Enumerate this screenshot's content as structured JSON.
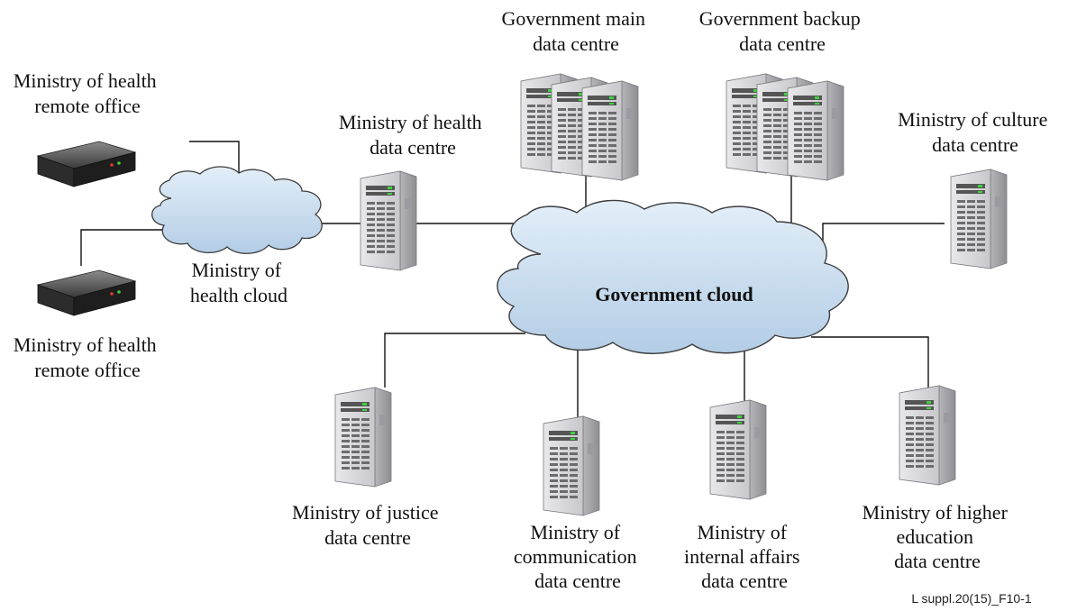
{
  "diagram": {
    "government_cloud": "Government cloud",
    "health_cloud": [
      "Ministry of",
      "health cloud"
    ],
    "remote_office_top": [
      "Ministry of health",
      "remote office"
    ],
    "remote_office_bottom": [
      "Ministry of health",
      "remote office"
    ],
    "health_dc": [
      "Ministry of health",
      "data centre"
    ],
    "gov_main_dc": [
      "Government main",
      "data centre"
    ],
    "gov_backup_dc": [
      "Government backup",
      "data centre"
    ],
    "culture_dc": [
      "Ministry of culture",
      "data centre"
    ],
    "justice_dc": [
      "Ministry of justice",
      "data centre"
    ],
    "communication_dc": [
      "Ministry of",
      "communication",
      "data centre"
    ],
    "internal_affairs_dc": [
      "Ministry of",
      "internal affairs",
      "data centre"
    ],
    "higher_education_dc": [
      "Ministry of higher",
      "education",
      "data centre"
    ],
    "figure_id": "L suppl.20(15)_F10-1"
  },
  "colors": {
    "cloud_fill": "#c9dcef",
    "cloud_stroke": "#3d3d3d",
    "server_body": "#d4d4d6",
    "server_side": "#a9a9ad",
    "router_body": "#3a3a3a"
  },
  "icons": {
    "server": "server-tower-icon",
    "router": "router-box-icon",
    "cloud": "cloud-icon"
  }
}
